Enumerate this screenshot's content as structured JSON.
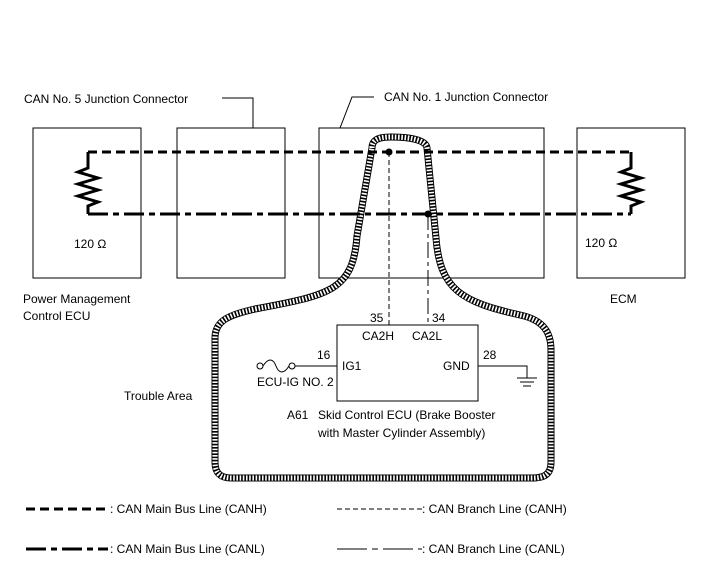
{
  "connectors": {
    "can5_label": "CAN No. 5 Junction Connector",
    "can1_label": "CAN No. 1 Junction Connector"
  },
  "resistors": {
    "left_value": "120 Ω",
    "right_value": "120 Ω"
  },
  "ecus": {
    "power_mgmt_line1": "Power Management",
    "power_mgmt_line2": "Control ECU",
    "ecm": "ECM",
    "skid_code": "A61",
    "skid_line1": "Skid Control ECU (Brake Booster",
    "skid_line2": "with Master Cylinder Assembly)"
  },
  "pins": {
    "pin35": "35",
    "pin34": "34",
    "ca2h": "CA2H",
    "ca2l": "CA2L",
    "pin16": "16",
    "ig1": "IG1",
    "pin28": "28",
    "gnd": "GND"
  },
  "fuse_label": "ECU-IG NO. 2",
  "trouble_area": "Trouble Area",
  "legend": {
    "main_canh": ": CAN Main Bus Line (CANH)",
    "branch_canh": ": CAN Branch Line (CANH)",
    "main_canl": ": CAN Main Bus Line (CANL)",
    "branch_canl": ": CAN Branch Line (CANL)"
  }
}
